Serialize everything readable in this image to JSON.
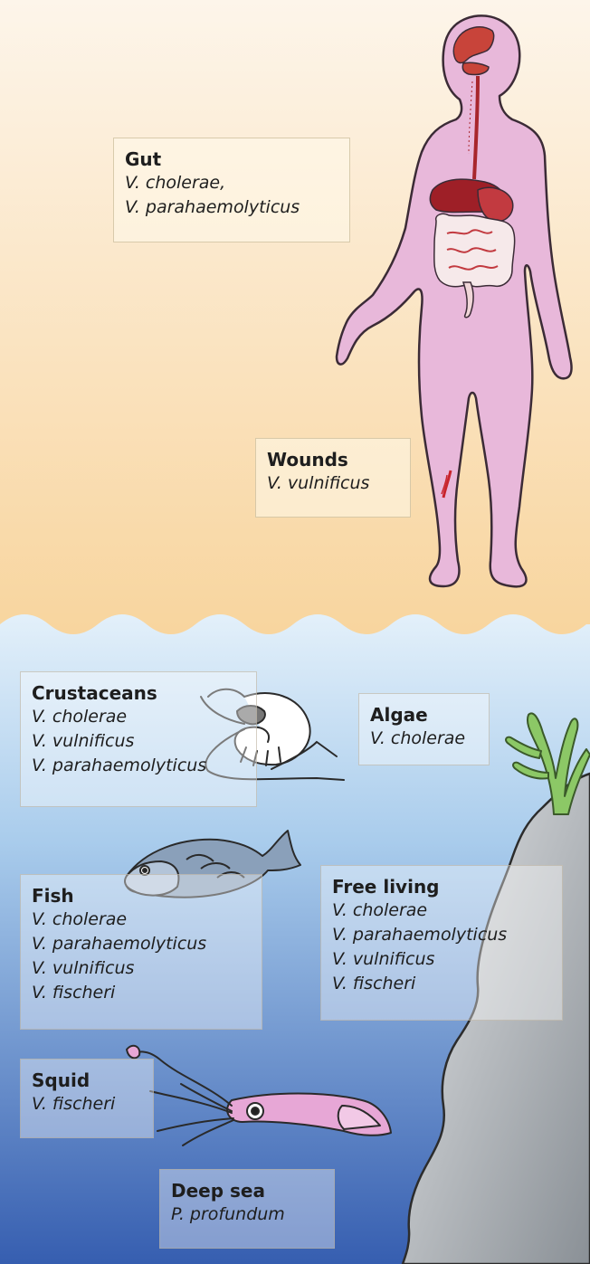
{
  "colors": {
    "land_top": "#fdf4e8",
    "land_bottom": "#f9d7a3",
    "water_top": "#dcecf8",
    "water_bottom": "#3c64b4",
    "body_fill": "#e7b5d8",
    "body_outline": "#3a2a35",
    "rock_fill": "#b8bcc0",
    "algae": "#7fbf5a",
    "organ_red": "#a8262c"
  },
  "labels": [
    {
      "id": "gut",
      "title": "Gut",
      "lines": [
        "V. cholerae,",
        "V. parahaemolyticus"
      ]
    },
    {
      "id": "wounds",
      "title": "Wounds",
      "lines": [
        "V. vulnificus"
      ]
    },
    {
      "id": "crustaceans",
      "title": "Crustaceans",
      "lines": [
        "V. cholerae",
        "V. vulnificus",
        "V. parahaemolyticus"
      ]
    },
    {
      "id": "algae",
      "title": "Algae",
      "lines": [
        "V. cholerae"
      ]
    },
    {
      "id": "fish",
      "title": "Fish",
      "lines": [
        "V. cholerae",
        "V. parahaemolyticus",
        "V. vulnificus",
        "V. fischeri"
      ]
    },
    {
      "id": "free-living",
      "title": "Free living",
      "lines": [
        "V. cholerae",
        "V. parahaemolyticus",
        "V. vulnificus",
        "V. fischeri"
      ]
    },
    {
      "id": "squid",
      "title": "Squid",
      "lines": [
        "V. fischeri"
      ]
    },
    {
      "id": "deep-sea",
      "title": "Deep sea",
      "lines": [
        "P. profundum"
      ]
    }
  ],
  "icons": [
    "human-body-icon",
    "shrimp-icon",
    "algae-icon",
    "fish-icon",
    "squid-icon",
    "rock-cliff-icon"
  ]
}
